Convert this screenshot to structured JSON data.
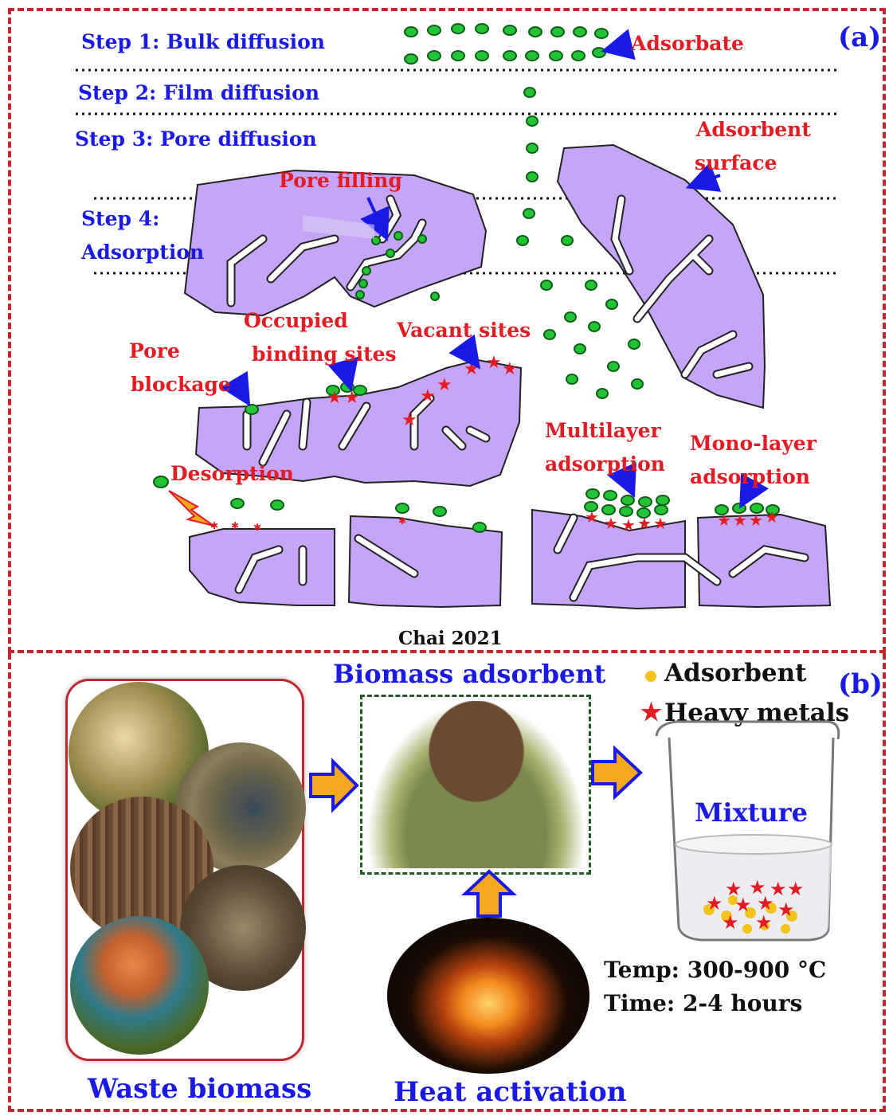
{
  "panel_a": {
    "tag": "(a)",
    "steps": {
      "step1": "Step 1: Bulk diffusion",
      "step2": "Step 2: Film diffusion",
      "step3": "Step 3: Pore diffusion",
      "step4_line1": "Step 4:",
      "step4_line2": "Adsorption"
    },
    "labels": {
      "adsorbate": "Adsorbate",
      "adsorbent_surface_1": "Adsorbent",
      "adsorbent_surface_2": "surface",
      "pore_filling": "Pore filling",
      "occupied_1": "Occupied",
      "occupied_2": "binding sites",
      "vacant_sites": "Vacant sites",
      "pore_blockage_1": "Pore",
      "pore_blockage_2": "blockage",
      "desorption": "Desorption",
      "multilayer_1": "Multilayer",
      "multilayer_2": "adsorption",
      "monolayer_1": "Mono-layer",
      "monolayer_2": "adsorption"
    },
    "credit": "Chai 2021"
  },
  "panel_b": {
    "tag": "(b)",
    "biomass_adsorbent": "Biomass adsorbent",
    "legend_adsorbent": "Adsorbent",
    "legend_heavy_metals": "Heavy metals",
    "mixture": "Mixture",
    "temp": "Temp: 300-900 °C",
    "time": "Time: 2-4 hours",
    "waste_biomass": "Waste biomass",
    "heat_activation": "Heat activation"
  },
  "colors": {
    "adsorbent_fill": "#c4a5f8",
    "adsorbate_green": "#22c334",
    "arrow_blue": "#1a1ae6",
    "label_red": "#e31b23",
    "arrow_orange": "#f4a81d",
    "frame_red": "#c1272d"
  }
}
